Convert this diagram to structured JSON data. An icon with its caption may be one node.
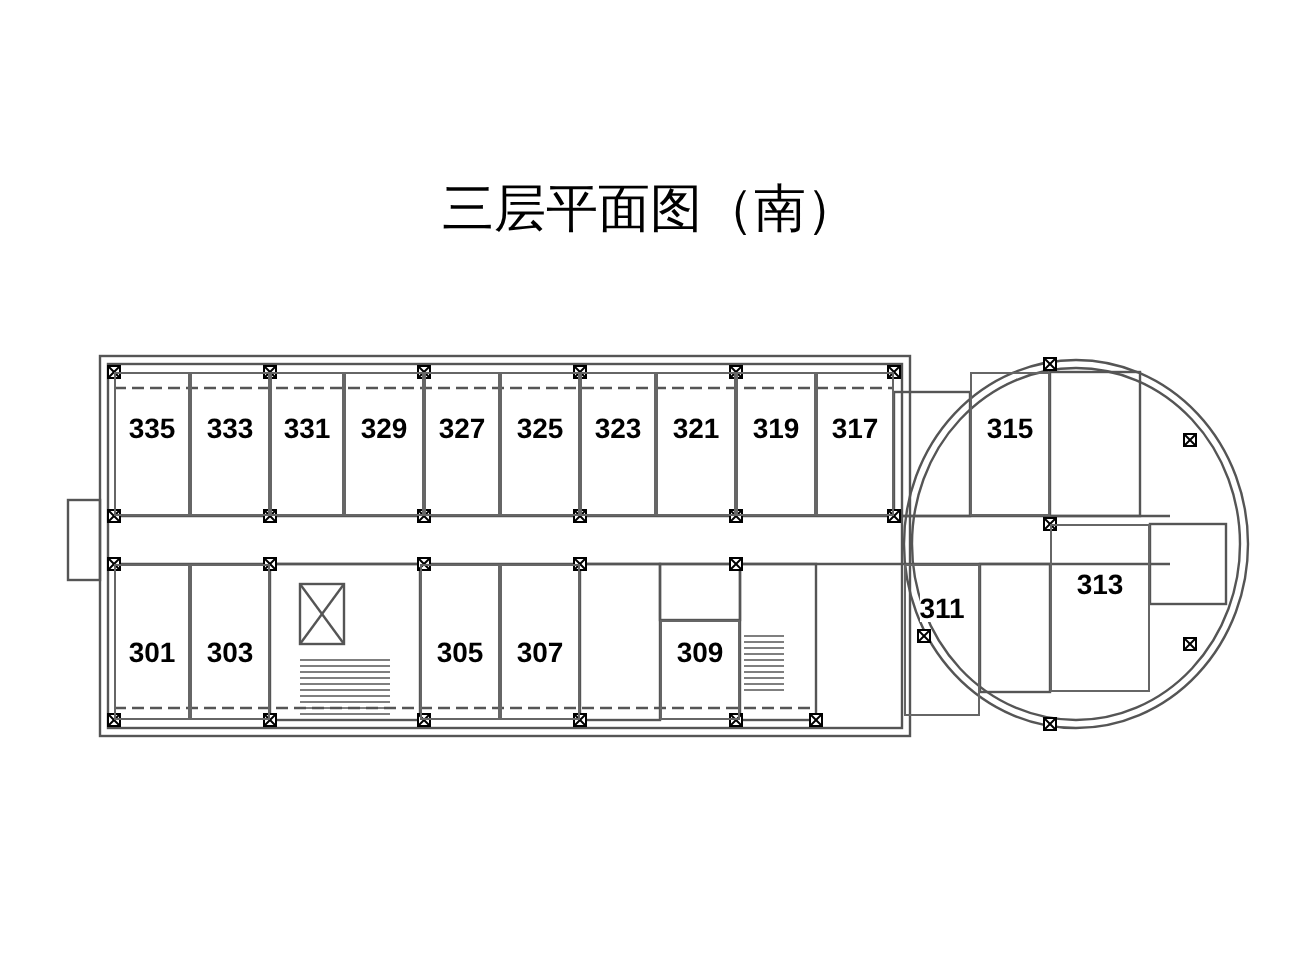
{
  "diagram": {
    "title": "三层平面图（南）",
    "nodes": [
      {
        "text": [
          "335"
        ]
      },
      {
        "text": [
          "333"
        ]
      },
      {
        "text": [
          "331"
        ]
      },
      {
        "text": [
          "329"
        ]
      },
      {
        "text": [
          "327"
        ]
      },
      {
        "text": [
          "325"
        ]
      },
      {
        "text": [
          "323"
        ]
      },
      {
        "text": [
          "321"
        ]
      },
      {
        "text": [
          "319"
        ]
      },
      {
        "text": [
          "317"
        ]
      },
      {
        "text": [
          "315"
        ]
      },
      {
        "text": [
          "301"
        ]
      },
      {
        "text": [
          "303"
        ]
      },
      {
        "text": [
          "305"
        ]
      },
      {
        "text": [
          "307"
        ]
      },
      {
        "text": [
          "309"
        ]
      },
      {
        "text": [
          "311"
        ]
      },
      {
        "text": [
          "313"
        ]
      }
    ]
  }
}
